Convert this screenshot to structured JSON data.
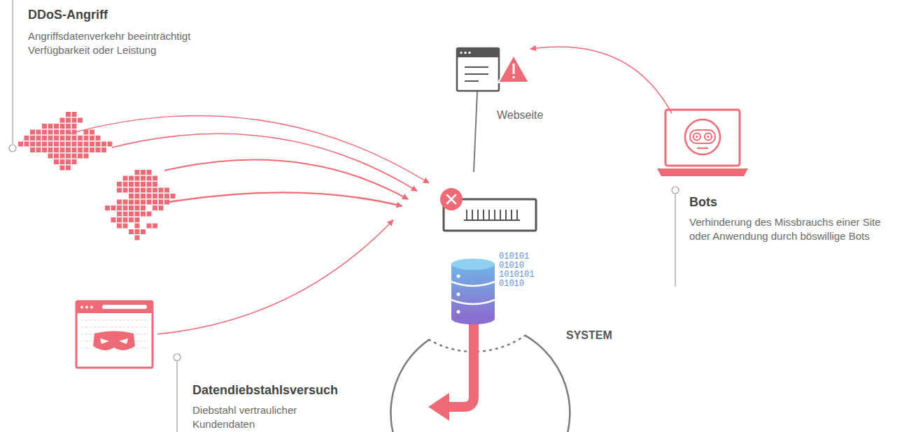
{
  "diagram": {
    "nodes": [
      {
        "text": [
          "SYSTEM"
        ]
      },
      {
        "text": [
          "Webseite"
        ]
      },
      {
        "text": [
          "Bots",
          "Verhinderung des Missbrauchs einer Site oder Anwendung durch böswillige Bots"
        ]
      },
      {
        "text": [
          "DDoS-Angriff",
          "Angriffsdatenverkehr beeinträchtigt Verfügbarkeit oder Leistung"
        ]
      },
      {
        "text": [
          "Datendiebstahlsversuch",
          "Diebstahl vertraulicher Kundendaten"
        ]
      }
    ],
    "edges": [
      {
        "from": 1,
        "to": 0,
        "arrow": "none"
      },
      {
        "from": 2,
        "to": 1,
        "arrow": "to"
      },
      {
        "from": 3,
        "to": 0,
        "arrow": "to"
      },
      {
        "from": 3,
        "to": 0,
        "arrow": "to"
      },
      {
        "from": 3,
        "to": 0,
        "arrow": "to"
      },
      {
        "from": 3,
        "to": 0,
        "arrow": "to"
      },
      {
        "from": 4,
        "to": 0,
        "arrow": "to"
      }
    ],
    "labels": [
      "010101",
      "01010",
      "1010101",
      "01010"
    ]
  }
}
